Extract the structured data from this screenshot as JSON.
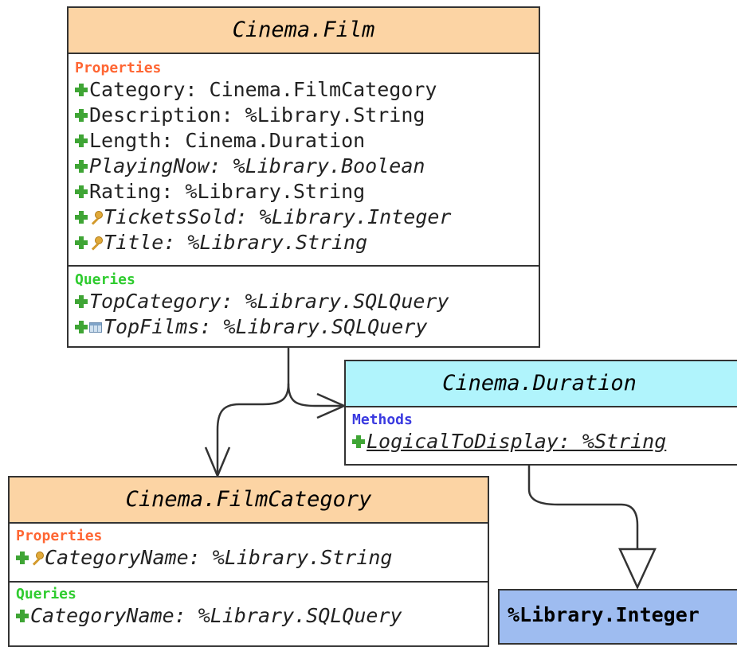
{
  "colors": {
    "persistent_header": "#fcd4a4",
    "serial_header": "#b0f4fc",
    "datatype_header": "#9ebcf0",
    "properties_label": "#ff6633",
    "queries_label": "#2fcc2f",
    "methods_label": "#3a3ae0",
    "plus_icon": "#3fa535",
    "key_icon": "#e0a93a"
  },
  "classes": {
    "film": {
      "name": "Cinema.Film",
      "properties_label": "Properties",
      "properties": [
        {
          "text": "Category: Cinema.FilmCategory",
          "italic": false,
          "key": false
        },
        {
          "text": "Description: %Library.String",
          "italic": false,
          "key": false
        },
        {
          "text": "Length: Cinema.Duration",
          "italic": false,
          "key": false
        },
        {
          "text": "PlayingNow: %Library.Boolean",
          "italic": true,
          "key": false
        },
        {
          "text": "Rating: %Library.String",
          "italic": false,
          "key": false
        },
        {
          "text": "TicketsSold: %Library.Integer",
          "italic": true,
          "key": true
        },
        {
          "text": "Title: %Library.String",
          "italic": true,
          "key": true
        }
      ],
      "queries_label": "Queries",
      "queries": [
        {
          "text": "TopCategory: %Library.SQLQuery",
          "icon": "plus-icon"
        },
        {
          "text": "TopFilms: %Library.SQLQuery",
          "icon": "table-icon"
        }
      ]
    },
    "duration": {
      "name": "Cinema.Duration",
      "methods_label": "Methods",
      "methods": [
        {
          "text": "LogicalToDisplay: %String"
        }
      ]
    },
    "film_category": {
      "name": "Cinema.FilmCategory",
      "properties_label": "Properties",
      "properties": [
        {
          "text": "CategoryName: %Library.String",
          "key": true
        }
      ],
      "queries_label": "Queries",
      "queries": [
        {
          "text": "CategoryName: %Library.SQLQuery"
        }
      ]
    },
    "integer": {
      "name": "%Library.Integer"
    }
  }
}
